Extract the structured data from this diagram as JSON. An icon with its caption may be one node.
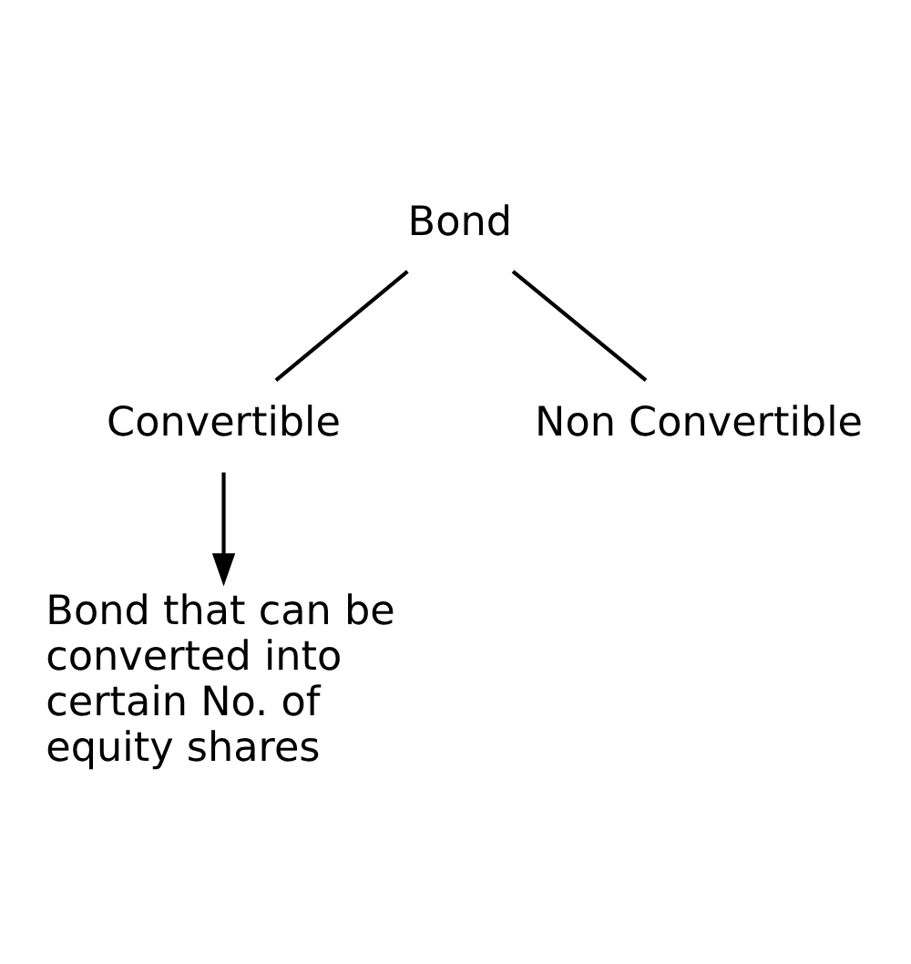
{
  "diagram": {
    "nodes": [
      {
        "text": [
          "Bond"
        ]
      },
      {
        "text": [
          "Convertible"
        ]
      },
      {
        "text": [
          "Non Convertible"
        ]
      },
      {
        "text": [
          "Bond that can be converted into certain No. of equity shares"
        ]
      }
    ],
    "edges": [
      {
        "from": 0,
        "to": 1,
        "arrow": "none"
      },
      {
        "from": 0,
        "to": 2,
        "arrow": "none"
      },
      {
        "from": 1,
        "to": 3,
        "arrow": "to"
      }
    ]
  }
}
